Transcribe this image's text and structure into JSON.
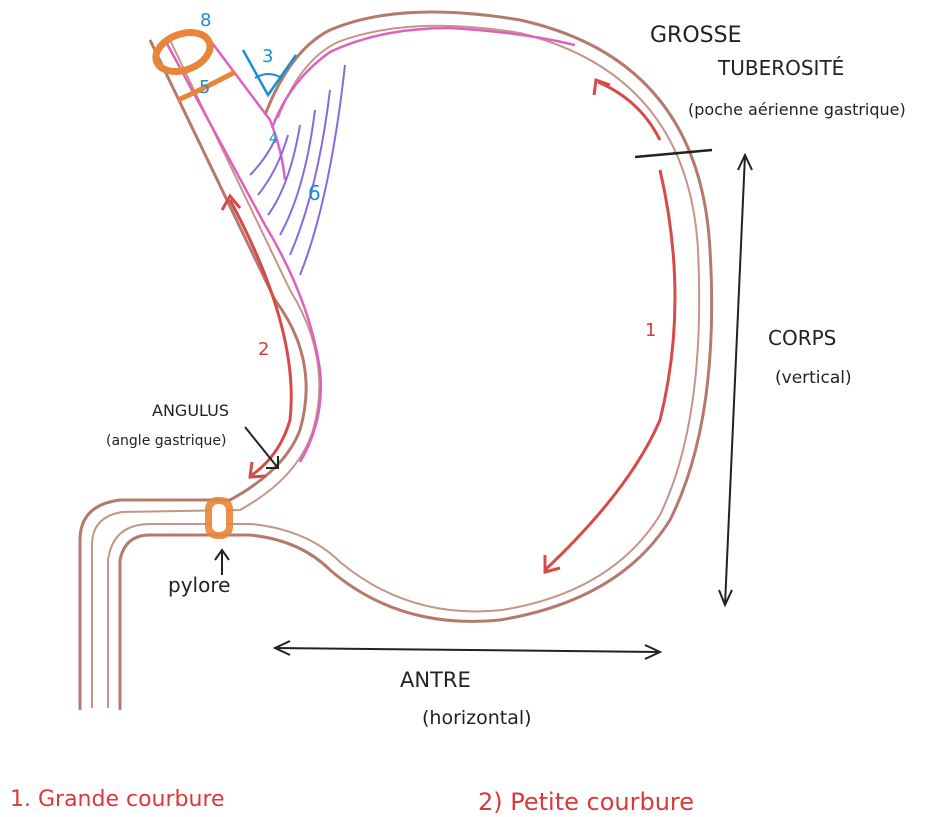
{
  "labels": {
    "grosse": "GROSSE",
    "tuberosite": "TUBEROSITÉ",
    "poche": "(poche aérienne gastrique)",
    "corps": "CORPS",
    "vertical": "(vertical)",
    "antre": "ANTRE",
    "horizontal": "(horizontal)",
    "angulus": "ANGULUS",
    "angle_gastrique": "(angle gastrique)",
    "pylore": "pylore",
    "arrow_1": "1",
    "arrow_2": "2"
  },
  "numbers": {
    "n3": "3",
    "n4": "4",
    "n5": "5",
    "n6": "6",
    "n8": "8"
  },
  "legend": {
    "item1": "1. Grande courbure",
    "item2": "2) Petite courbure"
  },
  "colors": {
    "wall": "#b57a6c",
    "mucosa": "#e060c0",
    "curvature_arrow": "#d84a4a",
    "sling_fibers": "#8a6ad8",
    "sphincter": "#e8853a",
    "annotation_blue": "#1b8fd0",
    "ink": "#222222"
  }
}
